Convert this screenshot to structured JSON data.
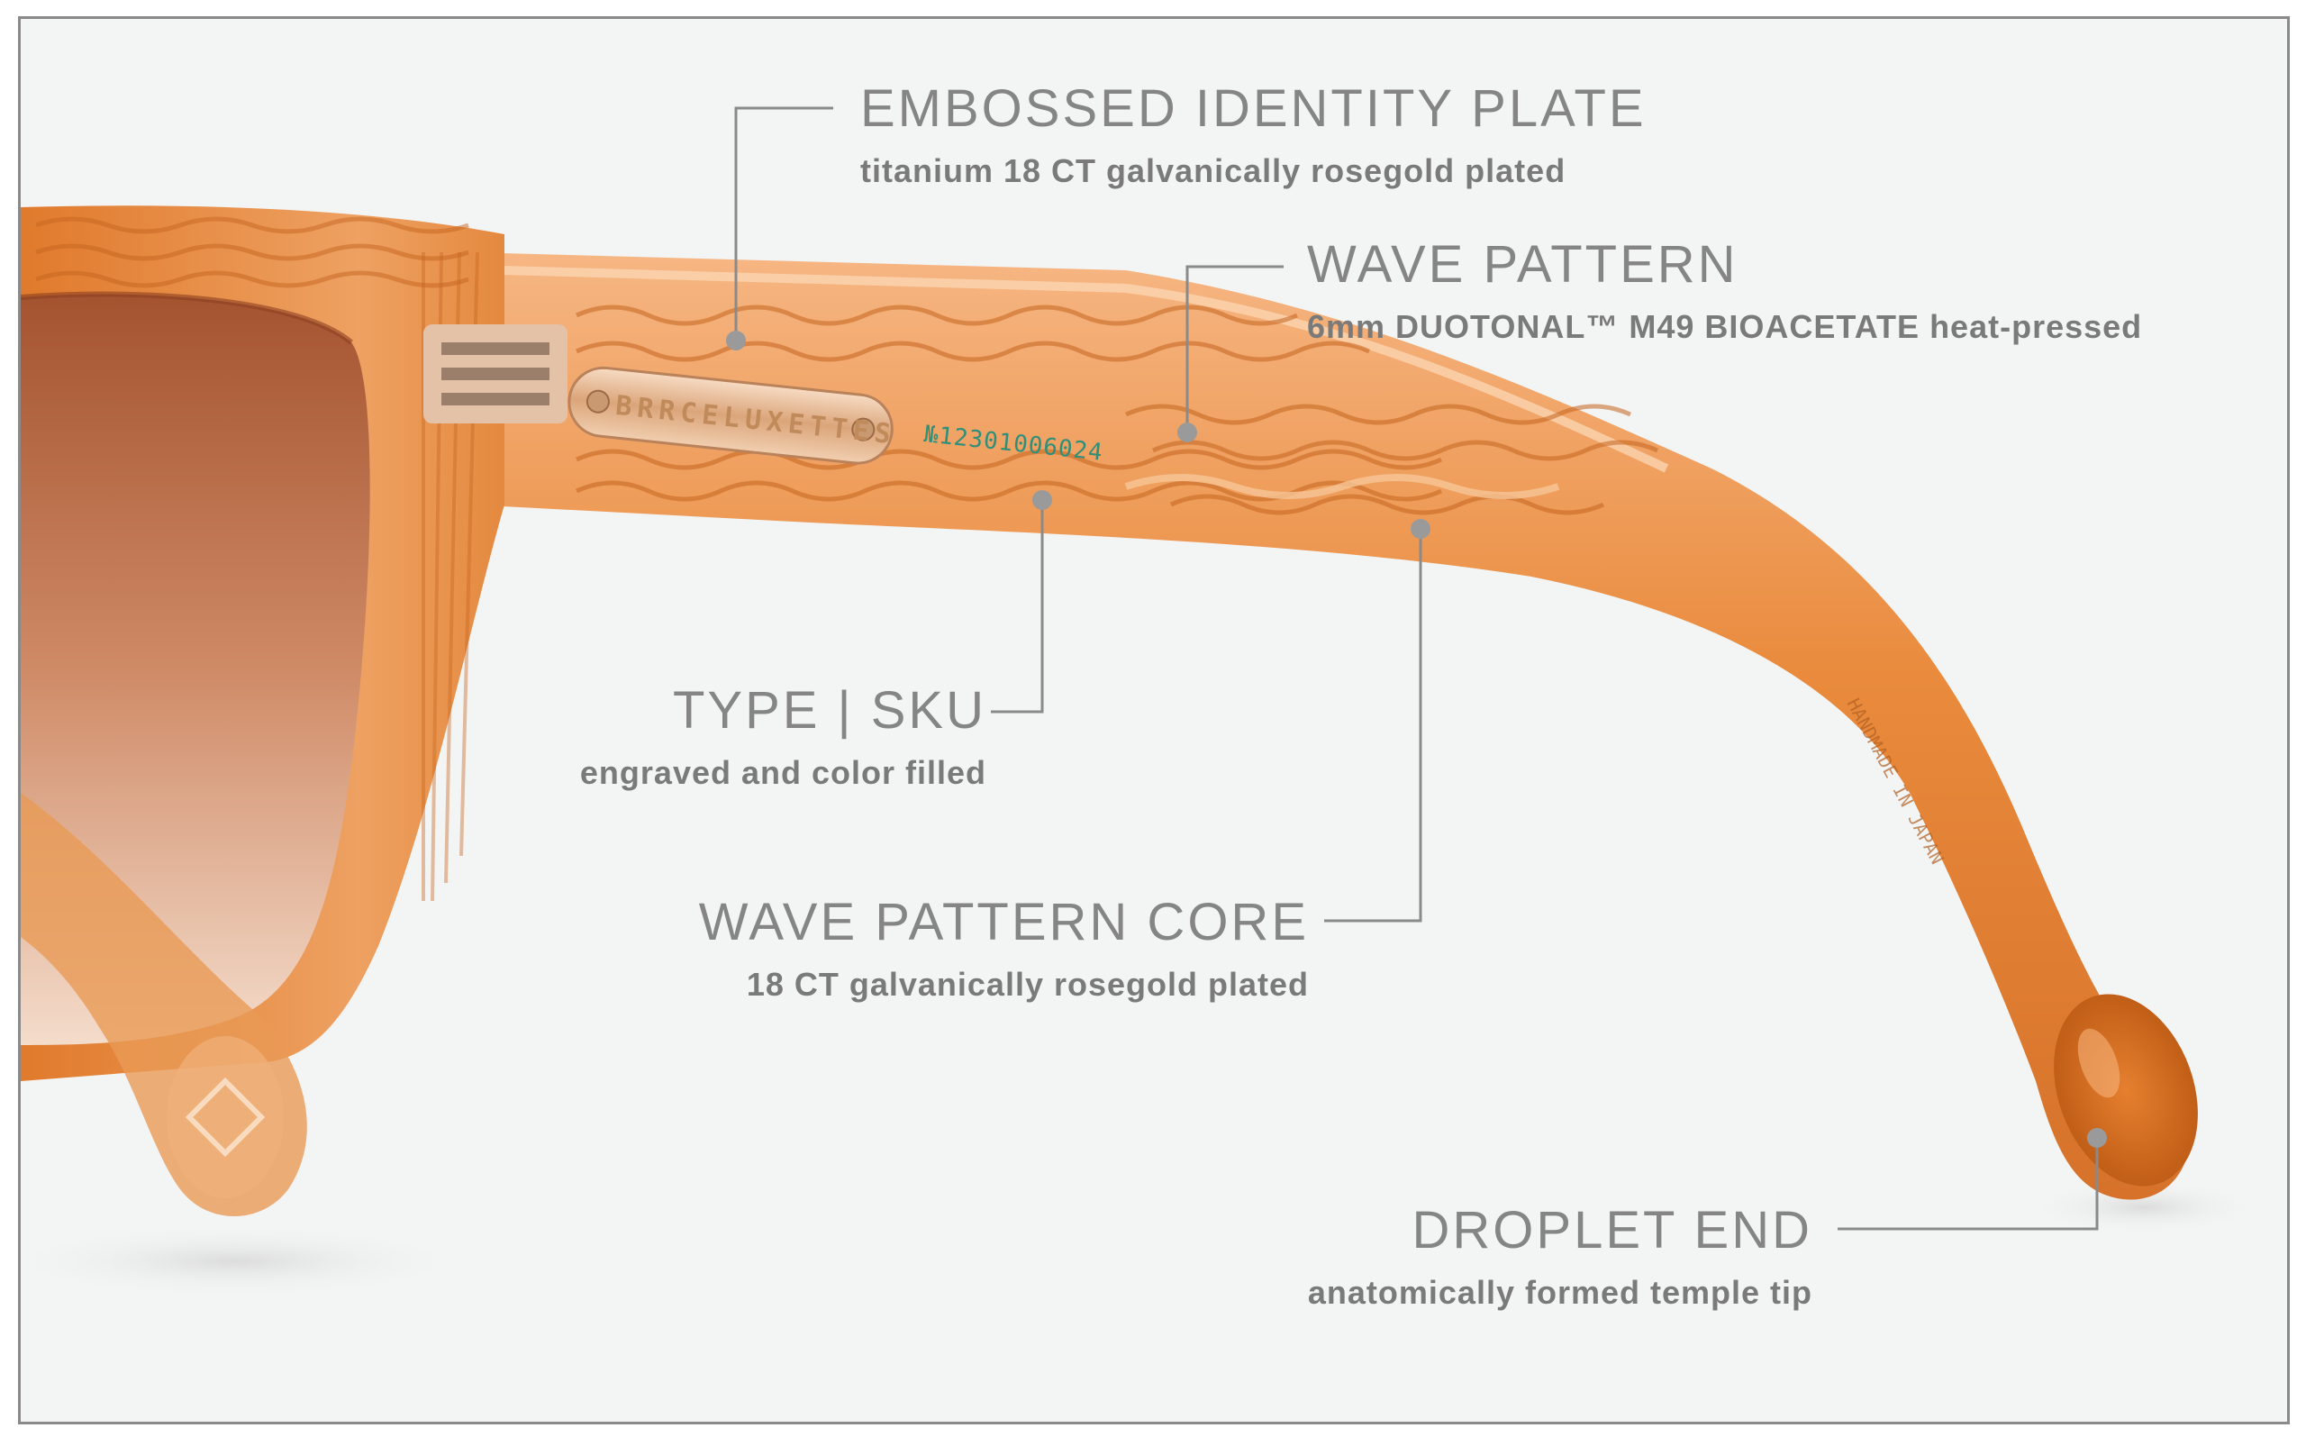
{
  "annotations": [
    {
      "id": "identity-plate",
      "title": "EMBOSSED IDENTITY PLATE",
      "subtitle": "titanium 18 CT galvanically rosegold plated"
    },
    {
      "id": "wave-pattern",
      "title": "WAVE PATTERN",
      "subtitle": "6mm DUOTONAL™ M49 BIOACETATE heat-pressed"
    },
    {
      "id": "type-sku",
      "title": "TYPE | SKU",
      "subtitle": "engraved and color filled"
    },
    {
      "id": "wave-pattern-core",
      "title": "WAVE PATTERN CORE",
      "subtitle": "18 CT galvanically rosegold plated"
    },
    {
      "id": "droplet-end",
      "title": "DROPLET END",
      "subtitle": "anatomically formed temple tip"
    }
  ],
  "engravings": {
    "brand": "BRRCELUXETTES",
    "sku": "№12301006024"
  },
  "colors": {
    "acetate": "#e8893a",
    "acetate_light": "#f2b07a",
    "acetate_dark": "#c8661e",
    "lens_top": "#a8583a",
    "lens_bottom": "#f3d7c4",
    "leader_line": "#8a8a8a",
    "background": "#f3f4f4",
    "plate": "#e6b48a"
  }
}
